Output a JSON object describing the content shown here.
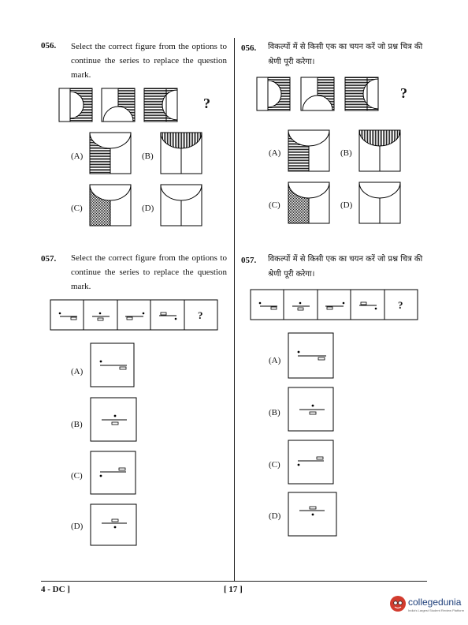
{
  "q56_en": {
    "number": "056.",
    "text": "Select the correct figure from the options to continue the series to replace the question mark.",
    "qmark": "?",
    "options": [
      "(A)",
      "(B)",
      "(C)",
      "(D)"
    ]
  },
  "q56_hi": {
    "number": "056.",
    "text": "विकल्पों में से किसी एक का चयन करें जो प्रश्न चित्र की श्रेणी पूरी करेगा।",
    "qmark": "?",
    "options": [
      "(A)",
      "(B)",
      "(C)",
      "(D)"
    ]
  },
  "q57_en": {
    "number": "057.",
    "text": "Select the correct figure from the options to continue the series to replace the question mark.",
    "qmark": "?",
    "options": [
      "(A)",
      "(B)",
      "(C)",
      "(D)"
    ]
  },
  "q57_hi": {
    "number": "057.",
    "text": "विकल्पों में से किसी एक का चयन करें जो प्रश्न चित्र की श्रेणी पूरी करेगा।",
    "qmark": "?",
    "options": [
      "(A)",
      "(B)",
      "(C)",
      "(D)"
    ]
  },
  "footer": {
    "left": "4 - DC ]",
    "center": "[ 17 ]"
  },
  "logo": {
    "name": "collegedunia",
    "tagline": "India's Largest Student Review Platform"
  }
}
